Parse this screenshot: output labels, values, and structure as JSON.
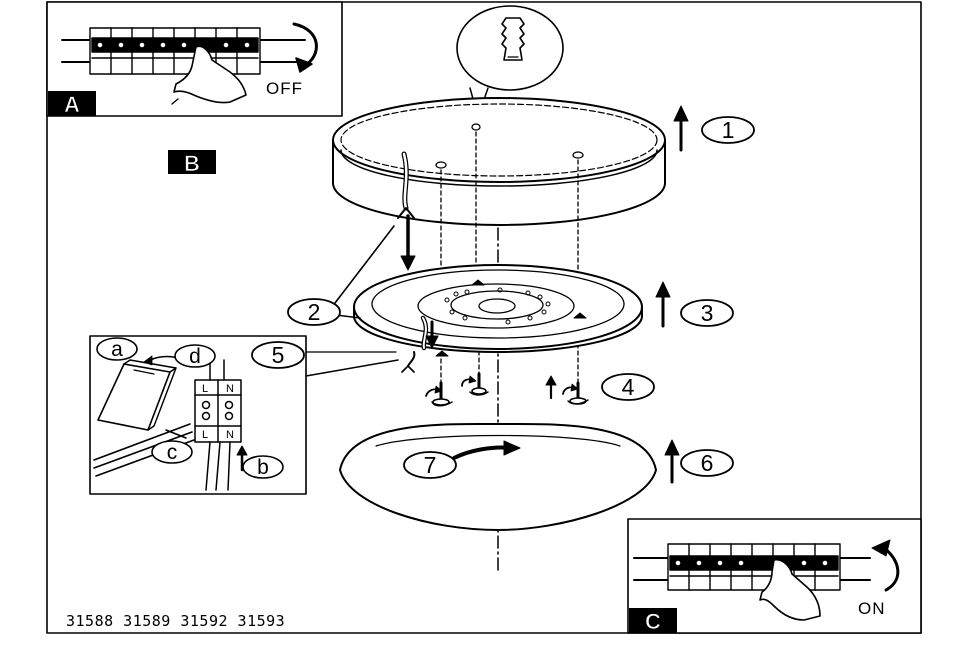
{
  "panels": {
    "a": {
      "letter": "A",
      "caption": "OFF"
    },
    "b": {
      "letter": "B"
    },
    "c": {
      "letter": "C",
      "caption": "ON"
    }
  },
  "steps": [
    "1",
    "2",
    "3",
    "4",
    "5",
    "6",
    "7"
  ],
  "sub_steps": [
    "a",
    "b",
    "c",
    "d"
  ],
  "terminal_labels": {
    "top_left": "L",
    "top_right": "N",
    "bottom_left": "L",
    "bottom_right": "N"
  },
  "model_codes": "31588 31589 31592 31593",
  "colors": {
    "ink": "#000000",
    "paper": "#ffffff"
  }
}
